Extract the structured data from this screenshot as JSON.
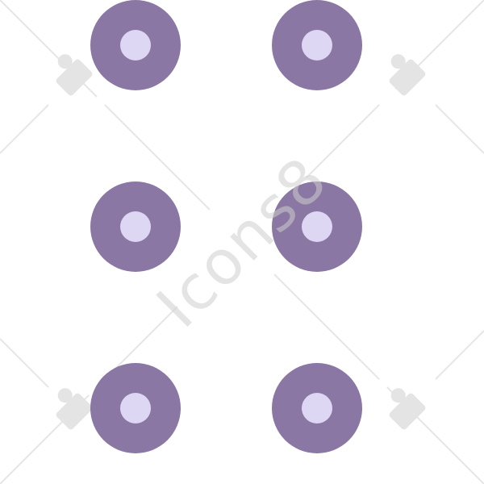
{
  "colors": {
    "ring": "#8a77a3",
    "core": "#ded7f3",
    "background": "#ffffff"
  },
  "icon": {
    "name": "grid-dots-icon",
    "dots": [
      {
        "name": "dot-top-left"
      },
      {
        "name": "dot-top-right"
      },
      {
        "name": "dot-middle-left"
      },
      {
        "name": "dot-middle-right"
      },
      {
        "name": "dot-bottom-left"
      },
      {
        "name": "dot-bottom-right"
      }
    ]
  },
  "watermark": {
    "text": "Icons8"
  }
}
